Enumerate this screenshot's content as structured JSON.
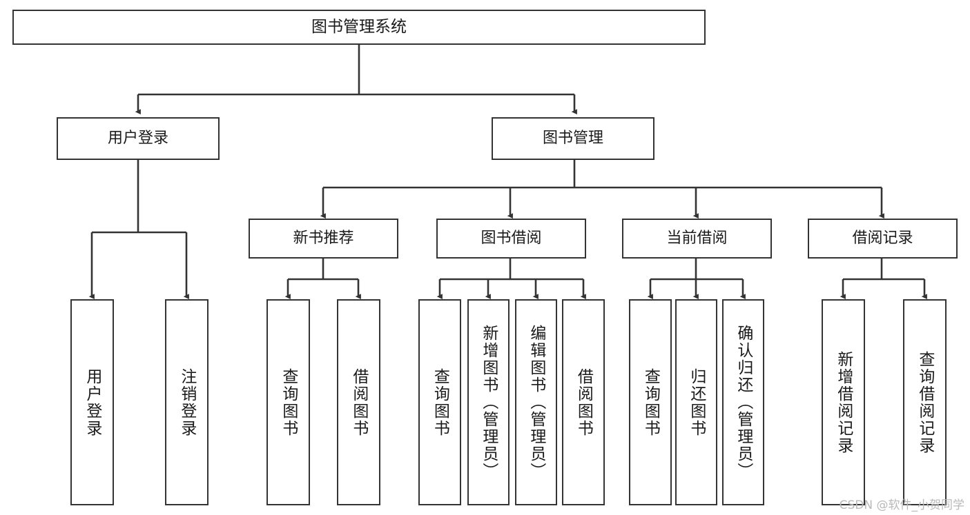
{
  "diagram": {
    "title": "图书管理系统",
    "type": "tree",
    "watermark": "CSDN @软件_小贺同学",
    "colors": {
      "border": "#333333",
      "fill": "#ffffff",
      "text": "#1a1a1a",
      "edge": "#333333",
      "watermark": "#b9b9b9"
    },
    "nodes": {
      "root": {
        "label": "图书管理系统"
      },
      "level2": [
        {
          "label": "用户登录"
        },
        {
          "label": "图书管理"
        }
      ],
      "level3": [
        {
          "label": "新书推荐"
        },
        {
          "label": "图书借阅"
        },
        {
          "label": "当前借阅"
        },
        {
          "label": "借阅记录"
        }
      ],
      "leaves": {
        "user_login": [
          {
            "label": "用户登录"
          },
          {
            "label": "注销登录"
          }
        ],
        "new_books": [
          {
            "label": "查询图书"
          },
          {
            "label": "借阅图书"
          }
        ],
        "borrow_books": [
          {
            "label": "查询图书"
          },
          {
            "label": "新增图书（管理员）"
          },
          {
            "label": "编辑图书（管理员）"
          },
          {
            "label": "借阅图书"
          }
        ],
        "current_borrow": [
          {
            "label": "查询图书"
          },
          {
            "label": "归还图书"
          },
          {
            "label": "确认归还（管理员）"
          }
        ],
        "borrow_records": [
          {
            "label": "新增借阅记录"
          },
          {
            "label": "查询借阅记录"
          }
        ]
      }
    }
  }
}
